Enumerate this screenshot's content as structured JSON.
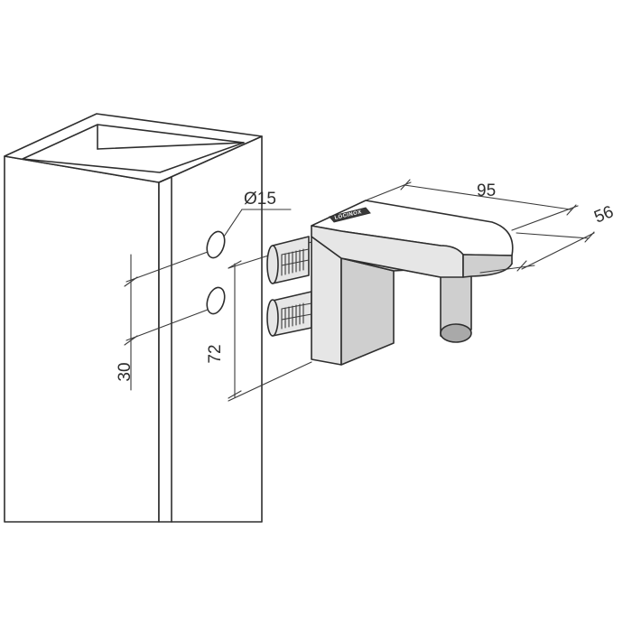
{
  "dimensions": {
    "hole_diameter": "Ø15",
    "hole_spacing": "30",
    "bracket_height": "72",
    "bracket_length": "95",
    "bracket_depth": "56"
  },
  "brand": {
    "logo_text": "LOCINOX"
  },
  "colors": {
    "line": "#2e2e2e",
    "shade_light": "#e6e6e6",
    "shade_mid": "#cfcfcf",
    "shade_dark": "#a9a9a9"
  }
}
